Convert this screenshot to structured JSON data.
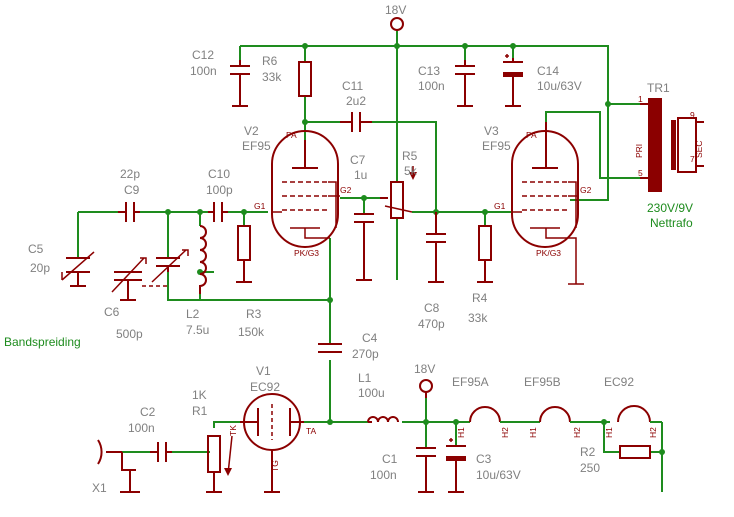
{
  "supply": {
    "top": "18V",
    "bottom": "18V"
  },
  "parts": {
    "C12": {
      "name": "C12",
      "value": "100n"
    },
    "R6": {
      "name": "R6",
      "value": "33k"
    },
    "C11": {
      "name": "C11",
      "value": "2u2"
    },
    "C13": {
      "name": "C13",
      "value": "100n"
    },
    "C14": {
      "name": "C14",
      "value": "10u/63V"
    },
    "TR1": {
      "name": "TR1",
      "value": "230V/9V",
      "note": "Nettrafo",
      "pri": "PRI",
      "sec": "SEC",
      "pins": {
        "p1": "1",
        "p5": "5",
        "p9": "9",
        "p7": "7"
      }
    },
    "V2": {
      "name": "V2",
      "value": "EF95"
    },
    "V3": {
      "name": "V3",
      "value": "EF95"
    },
    "C7": {
      "name": "C7",
      "value": "1u"
    },
    "R5": {
      "name": "R5",
      "value": "5k"
    },
    "C9": {
      "name": "C9",
      "value": "22p"
    },
    "C10": {
      "name": "C10",
      "value": "100p"
    },
    "C5": {
      "name": "C5",
      "value": "20p"
    },
    "C6": {
      "name": "C6",
      "value": "500p"
    },
    "L2": {
      "name": "L2",
      "value": "7.5u"
    },
    "R3": {
      "name": "R3",
      "value": "150k"
    },
    "C8": {
      "name": "C8",
      "value": "470p"
    },
    "R4": {
      "name": "R4",
      "value": "33k"
    },
    "C4": {
      "name": "C4",
      "value": "270p"
    },
    "V1": {
      "name": "V1",
      "value": "EC92"
    },
    "R1": {
      "name": "R1",
      "value": "1K"
    },
    "C2": {
      "name": "C2",
      "value": "100n"
    },
    "L1": {
      "name": "L1",
      "value": "100u"
    },
    "C1": {
      "name": "C1",
      "value": "100n"
    },
    "C3": {
      "name": "C3",
      "value": "10u/63V"
    },
    "R2": {
      "name": "R2",
      "value": "250"
    },
    "X1": {
      "name": "X1"
    }
  },
  "pins": {
    "pa": "PA",
    "g1": "G1",
    "g2": "G2",
    "pkg3": "PK/G3",
    "ta": "TA",
    "tk": "TK",
    "tg": "TG"
  },
  "heaters": {
    "h1": "H1",
    "h2": "H2",
    "ef95a": "EF95A",
    "ef95b": "EF95B",
    "ec92": "EC92"
  },
  "notes": {
    "bandspreiding": "Bandspreiding"
  },
  "colors": {
    "wire": "#1e8c1e",
    "part": "#8b0000",
    "label": "#808080"
  }
}
